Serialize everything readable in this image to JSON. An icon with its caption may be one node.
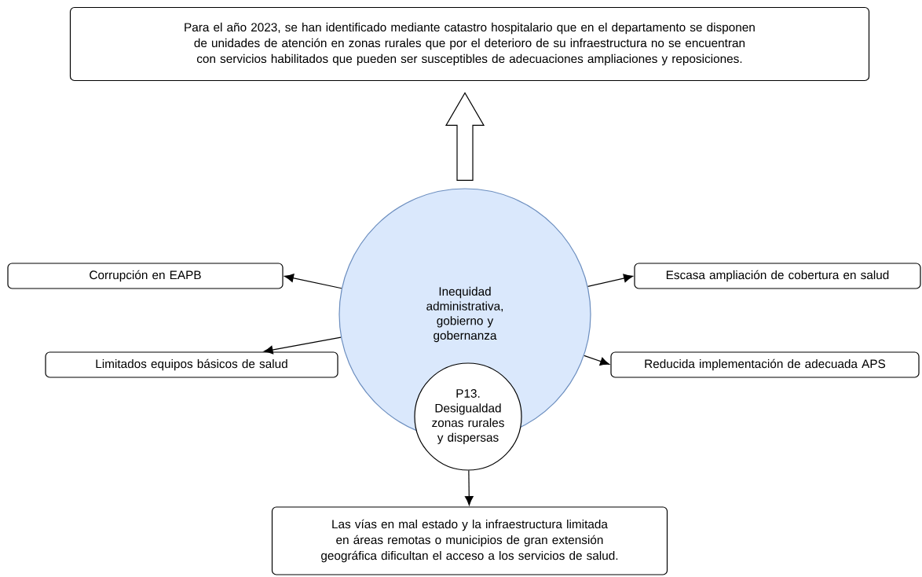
{
  "diagram": {
    "nodes": [
      {
        "text": [
          "Para el año 2023, se han identificado mediante catastro hospitalario que en el departamento se disponen de unidades de atención en zonas rurales que por el deterioro de su infraestructura no se encuentran con servicios habilitados que pueden ser susceptibles de adecuaciones ampliaciones y reposiciones."
        ]
      },
      {
        "text": [
          "Inequidad administrativa, gobierno y gobernanza"
        ]
      },
      {
        "text": [
          "P13. Desigualdad zonas rurales y dispersas"
        ]
      },
      {
        "text": [
          "Corrupción en EAPB"
        ]
      },
      {
        "text": [
          "Escasa ampliación de cobertura en salud"
        ]
      },
      {
        "text": [
          "Limitados equipos básicos de salud"
        ]
      },
      {
        "text": [
          "Reducida implementación de adecuada APS"
        ]
      },
      {
        "text": [
          "Las vías en mal estado y la infraestructura limitada en áreas remotas o municipios de gran extensión geográfica dificultan el acceso a los servicios de salud."
        ]
      }
    ],
    "edges": [
      {
        "from": 1,
        "to": 0,
        "arrow": "to",
        "style": "thick"
      },
      {
        "from": 1,
        "to": 3,
        "arrow": "to"
      },
      {
        "from": 1,
        "to": 4,
        "arrow": "to"
      },
      {
        "from": 1,
        "to": 5,
        "arrow": "to"
      },
      {
        "from": 1,
        "to": 6,
        "arrow": "to"
      },
      {
        "from": 2,
        "to": 7,
        "arrow": "to"
      }
    ]
  }
}
